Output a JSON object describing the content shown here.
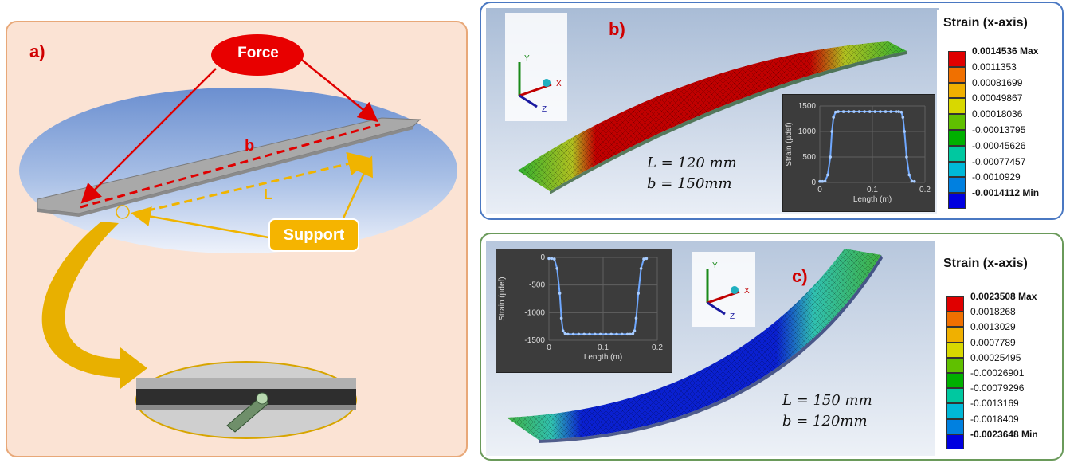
{
  "panel_a": {
    "tag": "a)",
    "force_label": "Force",
    "support_label": "Support",
    "dim_b": "b",
    "dim_L": "L"
  },
  "panel_b": {
    "tag": "b)",
    "legend_title": "Strain (x-axis)",
    "legend_values": [
      "0.0014536 Max",
      "0.0011353",
      "0.00081699",
      "0.00049867",
      "0.00018036",
      "-0.00013795",
      "-0.00045626",
      "-0.00077457",
      "-0.0010929",
      "-0.0014112 Min"
    ],
    "legend_colors": [
      "#e00000",
      "#f07000",
      "#f0b000",
      "#d8d800",
      "#60c000",
      "#00b000",
      "#00c8a0",
      "#00b8d8",
      "#0080e0",
      "#0000e0"
    ],
    "formula_L": "L  =  120 mm",
    "formula_b": "b  =  150mm",
    "axis_labels": {
      "x": "X",
      "y": "Y",
      "z": "Z"
    }
  },
  "panel_c": {
    "tag": "c)",
    "legend_title": "Strain (x-axis)",
    "legend_values": [
      "0.0023508 Max",
      "0.0018268",
      "0.0013029",
      "0.0007789",
      "0.00025495",
      "-0.00026901",
      "-0.00079296",
      "-0.0013169",
      "-0.0018409",
      "-0.0023648 Min"
    ],
    "legend_colors": [
      "#e00000",
      "#f07000",
      "#f0b000",
      "#d8d800",
      "#60c000",
      "#00b000",
      "#00c8a0",
      "#00b8d8",
      "#0080e0",
      "#0000e0"
    ],
    "formula_L": "L  =  150 mm",
    "formula_b": "b  =  120mm",
    "axis_labels": {
      "x": "X",
      "y": "Y",
      "z": "Z"
    }
  },
  "chart_data": [
    {
      "type": "line",
      "title": "",
      "xlabel": "Length (m)",
      "ylabel": "Strain (µdef)",
      "xlim": [
        0,
        0.2
      ],
      "ylim": [
        0,
        1500
      ],
      "xticks": [
        "0",
        "0.1",
        "0.2"
      ],
      "yticks": [
        "0",
        "500",
        "1000",
        "1500"
      ],
      "grid": true,
      "series": [
        {
          "x": [
            0.0,
            0.005,
            0.01,
            0.015,
            0.02,
            0.023,
            0.026,
            0.03,
            0.035,
            0.045,
            0.055,
            0.065,
            0.075,
            0.085,
            0.095,
            0.105,
            0.115,
            0.125,
            0.135,
            0.145,
            0.15,
            0.155,
            0.158,
            0.161,
            0.165,
            0.17,
            0.175,
            0.18
          ],
          "y": [
            20,
            20,
            25,
            150,
            500,
            1000,
            1280,
            1380,
            1390,
            1390,
            1390,
            1390,
            1390,
            1390,
            1390,
            1390,
            1390,
            1390,
            1390,
            1390,
            1390,
            1380,
            1280,
            1000,
            500,
            150,
            25,
            20
          ]
        }
      ]
    },
    {
      "type": "line",
      "title": "",
      "xlabel": "Length (m)",
      "ylabel": "Strain (µdef)",
      "xlim": [
        0,
        0.2
      ],
      "ylim": [
        -1500,
        0
      ],
      "xticks": [
        "0",
        "0.1",
        "0.2"
      ],
      "yticks": [
        "0",
        "-500",
        "-1000",
        "-1500"
      ],
      "grid": true,
      "series": [
        {
          "x": [
            0.0,
            0.005,
            0.01,
            0.015,
            0.02,
            0.023,
            0.026,
            0.03,
            0.035,
            0.045,
            0.055,
            0.065,
            0.075,
            0.085,
            0.095,
            0.105,
            0.115,
            0.125,
            0.135,
            0.145,
            0.15,
            0.155,
            0.158,
            0.161,
            0.165,
            0.17,
            0.175,
            0.18
          ],
          "y": [
            -20,
            -20,
            -30,
            -200,
            -650,
            -1100,
            -1330,
            -1380,
            -1390,
            -1390,
            -1390,
            -1390,
            -1390,
            -1390,
            -1390,
            -1390,
            -1390,
            -1390,
            -1390,
            -1390,
            -1390,
            -1380,
            -1330,
            -1100,
            -650,
            -200,
            -30,
            -20
          ]
        }
      ]
    }
  ]
}
